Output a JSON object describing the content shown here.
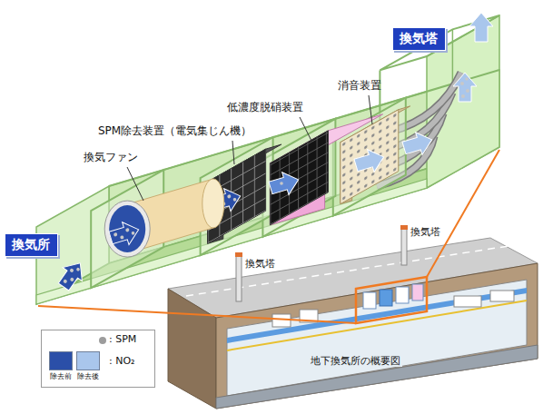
{
  "diagram": {
    "nodes": [
      {
        "text": [
          "換気塔"
        ]
      },
      {
        "text": [
          "換気所"
        ]
      }
    ],
    "labels": [
      "消音装置",
      "低濃度脱硝装置",
      "SPM除去装置（電気集じん機）",
      "換気ファン",
      "換気塔",
      "換気塔",
      "地下換気所の概要図"
    ],
    "legend": [
      {
        "text": ": SPM"
      },
      {
        "text": ": NO₂"
      },
      {
        "text": "除去前",
        "color": "#2b4fa8"
      },
      {
        "text": "除去後",
        "color": "#a9c6ec"
      }
    ]
  }
}
